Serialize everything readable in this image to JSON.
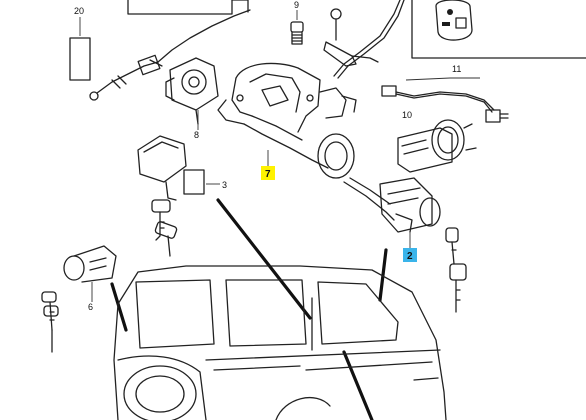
{
  "callouts": {
    "c20": "20",
    "c9": "9",
    "c11": "11",
    "c10": "10",
    "c8": "8",
    "c7": "7",
    "c3": "3",
    "c2": "2",
    "c6": "6"
  },
  "highlight_colors": {
    "c7": "#fff200",
    "c2": "#3ab4ea"
  }
}
